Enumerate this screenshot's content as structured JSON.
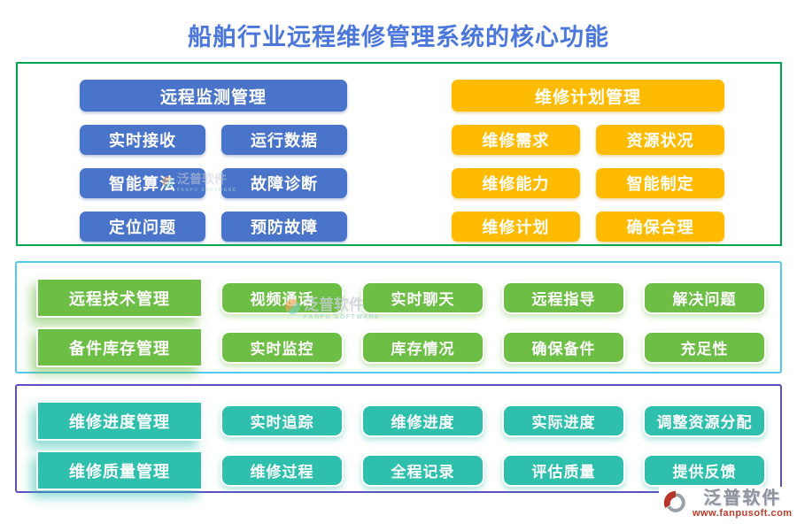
{
  "title": "船舶行业远程维修管理系统的核心功能",
  "colors": {
    "title": "#4B76DB",
    "blue": "#4A74C9",
    "yellow": "#FFBB00",
    "green": "#6DBE45",
    "teal": "#2EBFAD",
    "border_top": "#00A651",
    "border_mid": "#53C9F3",
    "border_bottom": "#5A4EC5"
  },
  "section_top": {
    "blue": {
      "header": "远程监测管理",
      "items": [
        "实时接收",
        "运行数据",
        "智能算法",
        "故障诊断",
        "定位问题",
        "预防故障"
      ]
    },
    "yellow": {
      "header": "维修计划管理",
      "items": [
        "维修需求",
        "资源状况",
        "维修能力",
        "智能制定",
        "维修计划",
        "确保合理"
      ]
    }
  },
  "section_mid": {
    "rows": [
      {
        "header": "远程技术管理",
        "items": [
          "视频通话",
          "实时聊天",
          "远程指导",
          "解决问题"
        ]
      },
      {
        "header": "备件库存管理",
        "items": [
          "实时监控",
          "库存情况",
          "确保备件",
          "充足性"
        ]
      }
    ]
  },
  "section_bottom": {
    "rows": [
      {
        "header": "维修进度管理",
        "items": [
          "实时追踪",
          "维修进度",
          "实际进度",
          "调整资源分配"
        ]
      },
      {
        "header": "维修质量管理",
        "items": [
          "维修过程",
          "全程记录",
          "评估质量",
          "提供反馈"
        ]
      }
    ]
  },
  "watermark": {
    "text": "泛普软件",
    "subtext": "FANPU SOFTWARE"
  },
  "logo": {
    "name": "泛普软件",
    "url": "www.fanpusoft.com"
  }
}
